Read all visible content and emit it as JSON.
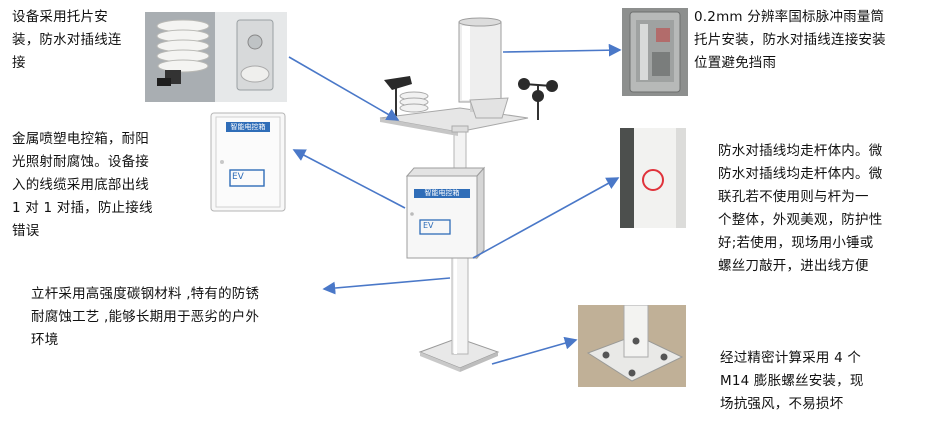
{
  "callouts": {
    "shield": "设备采用托片安\n装，防水对插线连\n接",
    "raingauge": "0.2mm 分辨率国标脉冲雨量筒\n托片安装，防水对插线连接安装\n位置避免挡雨",
    "controlbox": "金属喷塑电控箱，耐阳\n光照射耐腐蚀。设备接\n入的线缆采用底部出线\n1 对 1 对插，防止接线\n错误",
    "wiring": "防水对插线均走杆体内。微\n防水对插线均走杆体内。微\n联孔若不使用则与杆为一\n个整体，外观美观，防护性\n好;若使用，现场用小锤或\n螺丝刀敲开，进出线方便",
    "pole": "立杆采用高强度碳钢材料 ,特有的防锈\n耐腐蚀工艺 ,能够长期用于恶劣的户外\n环境",
    "base": "经过精密计算采用 4 个\nM14 膨胀螺丝安装，现\n场抗强风，不易损坏"
  },
  "box_label": "智能电控箱",
  "box_brand": "EV",
  "colors": {
    "arrow": "#4a78c8",
    "ring": "#e0323a"
  }
}
